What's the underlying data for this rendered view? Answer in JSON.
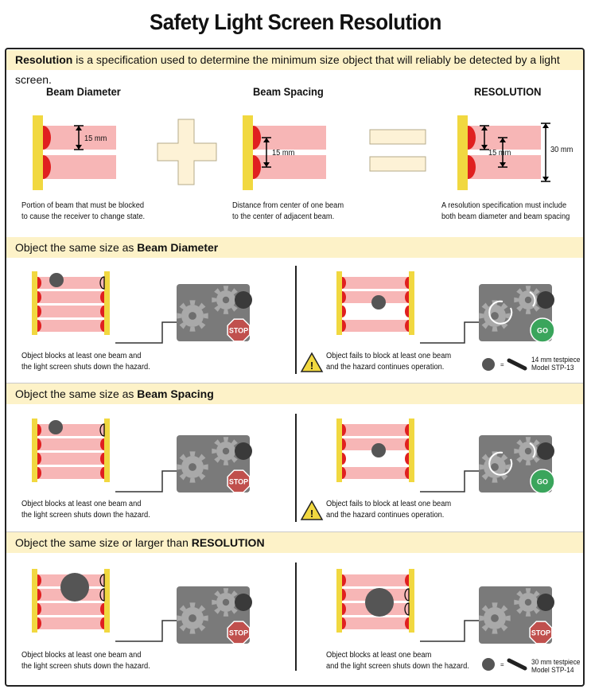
{
  "title": "Safety Light Screen Resolution",
  "intro": {
    "bold": "Resolution",
    "text": " is a specification used to determine the minimum size object that will reliably be detected by a light screen."
  },
  "top": {
    "beam_diameter": {
      "label": "Beam Diameter",
      "dim": "15 mm",
      "caption": "Portion of beam that must be blocked\nto cause the receiver to change state."
    },
    "beam_spacing": {
      "label": "Beam Spacing",
      "dim": "15 mm",
      "caption": "Distance from center of one beam\nto the center of adjacent beam."
    },
    "resolution": {
      "label": "RESOLUTION",
      "dim_small": "15 mm",
      "dim_total": "30 mm",
      "caption": "A resolution specification must include\nboth beam diameter and beam spacing"
    }
  },
  "sections": [
    {
      "prefix": "Object the same size as ",
      "bold": "Beam Diameter",
      "left_caption": "Object blocks at least one beam and\nthe light screen shuts down the hazard.",
      "right_caption": "Object fails to block at least one beam\nand the hazard continues operation.",
      "testpiece": "14 mm testpiece\nModel STP-13"
    },
    {
      "prefix": "Object the same size as ",
      "bold": "Beam Spacing",
      "left_caption": "Object blocks at least one beam and\nthe light screen shuts down the hazard.",
      "right_caption": "Object fails to block at least one beam\nand the hazard continues operation."
    },
    {
      "prefix": "Object the same size or larger than ",
      "bold": "RESOLUTION",
      "left_caption": "Object blocks at least one beam and\nthe light screen shuts down the hazard.",
      "right_caption": "Object blocks at least one beam\nand the light screen shuts down the hazard.",
      "testpiece": "30 mm testpiece\nModel STP-14"
    }
  ],
  "signs": {
    "stop": "STOP",
    "go": "GO",
    "equals": "="
  },
  "colors": {
    "beam": "#f7b6b6",
    "emitter": "#f1d840",
    "lens": "#e02020",
    "band": "#fdf2c8",
    "machine": "#7a7a7a",
    "stop": "#c0504d",
    "go": "#3aa55c"
  }
}
